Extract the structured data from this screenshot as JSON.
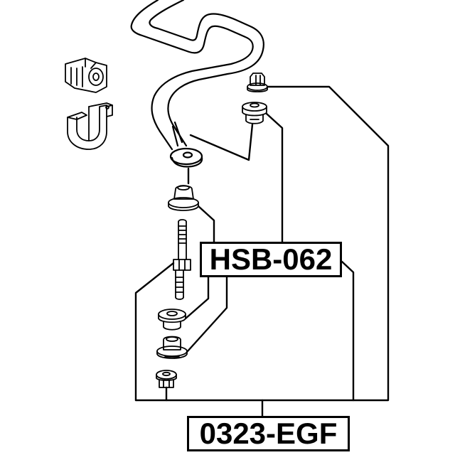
{
  "diagram": {
    "type": "exploded-parts-diagram",
    "subject": "stabilizer link assembly",
    "colors": {
      "line": "#000000",
      "background": "#ffffff"
    },
    "labels": [
      {
        "id": "hsb",
        "text": "HSB-062",
        "refers_to": [
          "upper-bushing",
          "lower-bushing-upper",
          "lower-bushing-lower",
          "upper-bushing-mount"
        ]
      },
      {
        "id": "egf",
        "text": "0323-EGF",
        "refers_to": [
          "top-nut",
          "link-bolt",
          "bottom-nut",
          "stabilizer-link-set"
        ]
      }
    ],
    "parts": [
      "stabilizer-bar",
      "bar-bushing",
      "bar-bracket",
      "top-nut",
      "upper-bushing",
      "upper-link-bushing",
      "link-stud-bolt",
      "lower-bushing-upper",
      "lower-bushing-lower",
      "bottom-nut"
    ]
  }
}
